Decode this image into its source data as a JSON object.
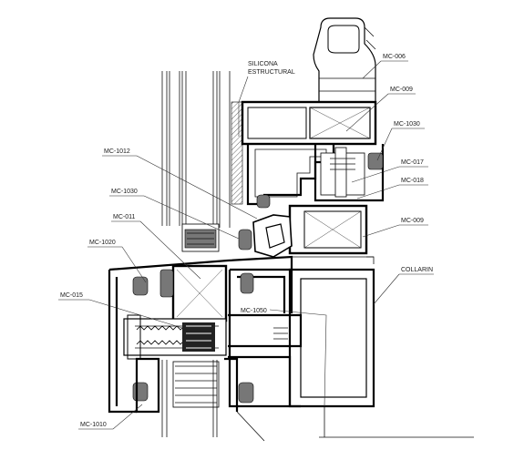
{
  "labels": {
    "silicona_line1": "SILICONA",
    "silicona_line2": "ESTRUCTURAL",
    "mc006": "MC-006",
    "mc009_top": "MC-009",
    "mc1030_right": "MC-1030",
    "mc017": "MC-017",
    "mc018": "MC-018",
    "mc009_mid": "MC-009",
    "collarin": "COLLARIN",
    "mc1012": "MC-1012",
    "mc1030_left": "MC-1030",
    "mc011": "MC-011",
    "mc1020": "MC-1020",
    "mc015": "MC-015",
    "mc1050": "MC-1050",
    "mc1010": "MC-1010"
  },
  "colors": {
    "line": "#000000",
    "gasket": "#777777",
    "background": "#ffffff"
  }
}
